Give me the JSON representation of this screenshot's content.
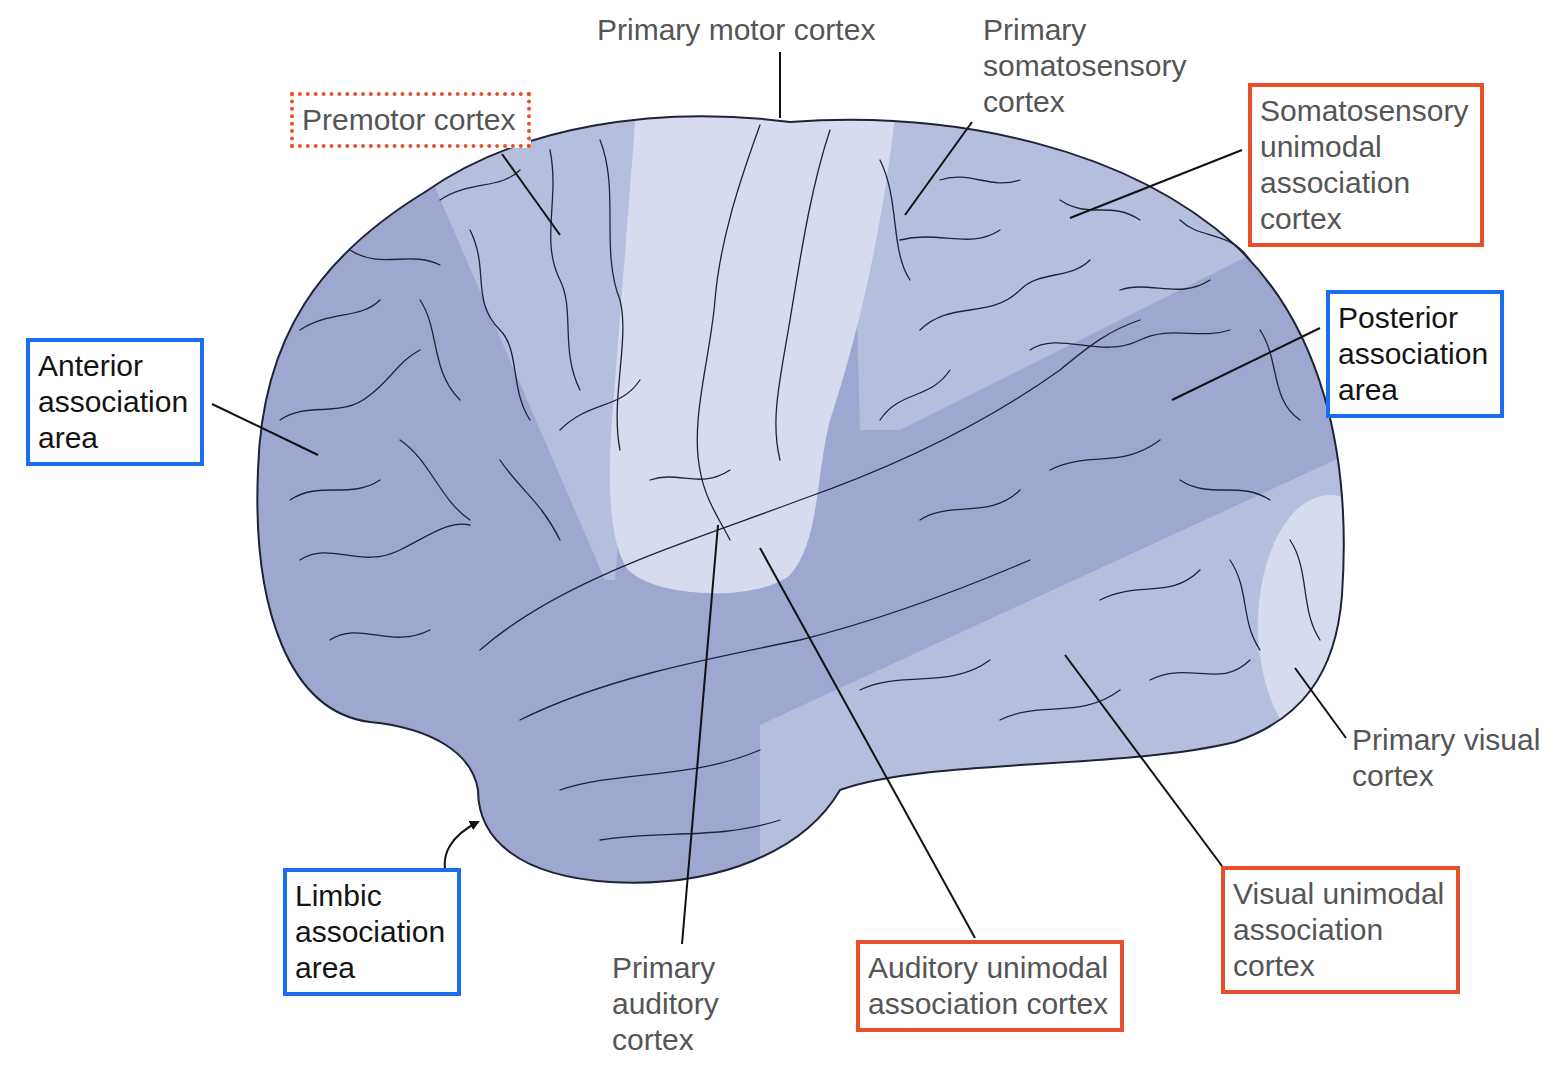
{
  "diagram": {
    "nodes": [
      {
        "text": [
          "Premotor cortex"
        ]
      },
      {
        "text": [
          "Somatosensory unimodal association cortex"
        ]
      },
      {
        "text": [
          "Anterior association area"
        ]
      },
      {
        "text": [
          "Posterior association area"
        ]
      },
      {
        "text": [
          "Limbic association area"
        ]
      },
      {
        "text": [
          "Auditory unimodal association cortex"
        ]
      },
      {
        "text": [
          "Visual unimodal association cortex"
        ]
      }
    ],
    "labels": [
      "Primary motor cortex",
      "Primary somatosensory cortex",
      "Primary visual cortex",
      "Primary auditory cortex"
    ]
  }
}
